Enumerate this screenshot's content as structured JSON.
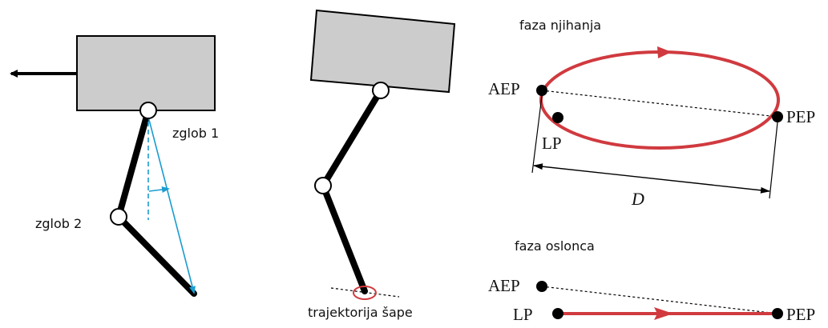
{
  "panel_1": {
    "joint_1_label": "zglob 1",
    "joint_2_label": "zglob 2"
  },
  "panel_2": {
    "trajectory_label": "trajektorija šape"
  },
  "panel_3": {
    "swing_title": "faza njihanja",
    "stance_title": "faza oslonca",
    "aep_label": "AEP",
    "pep_label": "PEP",
    "lp_label": "LP",
    "distance_label": "D"
  },
  "colors": {
    "body_fill": "#cccccc",
    "leg": "#000000",
    "vector": "#1a9cd0",
    "trajectory": "#d03a3f"
  }
}
